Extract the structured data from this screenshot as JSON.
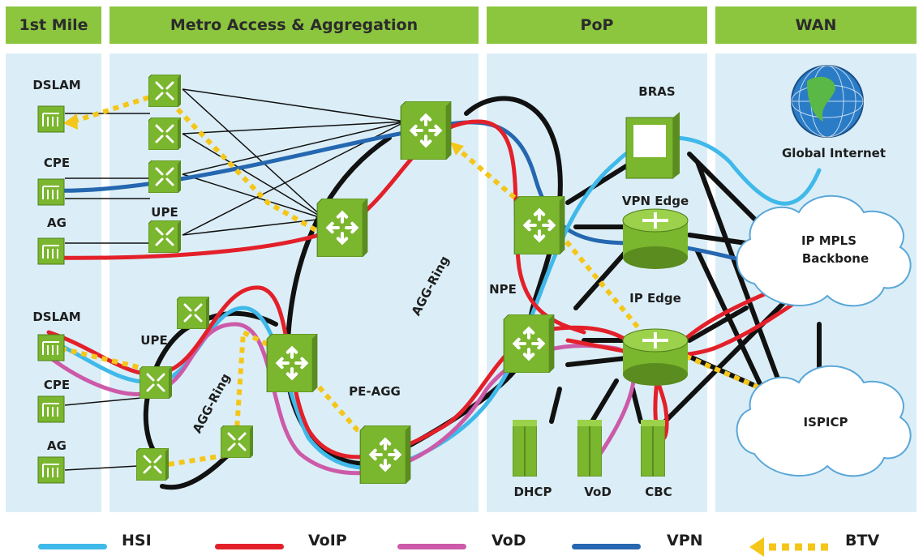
{
  "headers": {
    "first_mile": "1st Mile",
    "metro": "Metro Access & Aggregation",
    "pop": "PoP",
    "wan": "WAN"
  },
  "labels": {
    "dslam_top": "DSLAM",
    "cpe_top": "CPE",
    "ag_top": "AG",
    "upe_top": "UPE",
    "dslam_bottom": "DSLAM",
    "cpe_bottom": "CPE",
    "ag_bottom": "AG",
    "upe_bottom": "UPE",
    "agg_ring_left": "AGG-Ring",
    "agg_ring_right": "AGG-Ring",
    "pe_agg": "PE-AGG",
    "npe": "NPE",
    "bras": "BRAS",
    "vpn_edge": "VPN Edge",
    "ip_edge": "IP Edge",
    "dhcp": "DHCP",
    "vod_server": "VoD",
    "cbc": "CBC",
    "global_internet": "Global Internet",
    "ip_mpls_line1": "IP MPLS",
    "ip_mpls_line2": "Backbone",
    "ispicp": "ISPICP"
  },
  "legend": [
    {
      "name": "HSI",
      "color": "#3fb9ea"
    },
    {
      "name": "VoIP",
      "color": "#e3202a"
    },
    {
      "name": "VoD",
      "color": "#cc5aa8"
    },
    {
      "name": "VPN",
      "color": "#2567b0"
    },
    {
      "name": "BTV",
      "color": "#f5c61a"
    }
  ],
  "colors": {
    "header_green": "#8cc63f",
    "zone_bg": "#dbeef7",
    "device_green": "#7ab62e",
    "ring_black": "#111111"
  }
}
